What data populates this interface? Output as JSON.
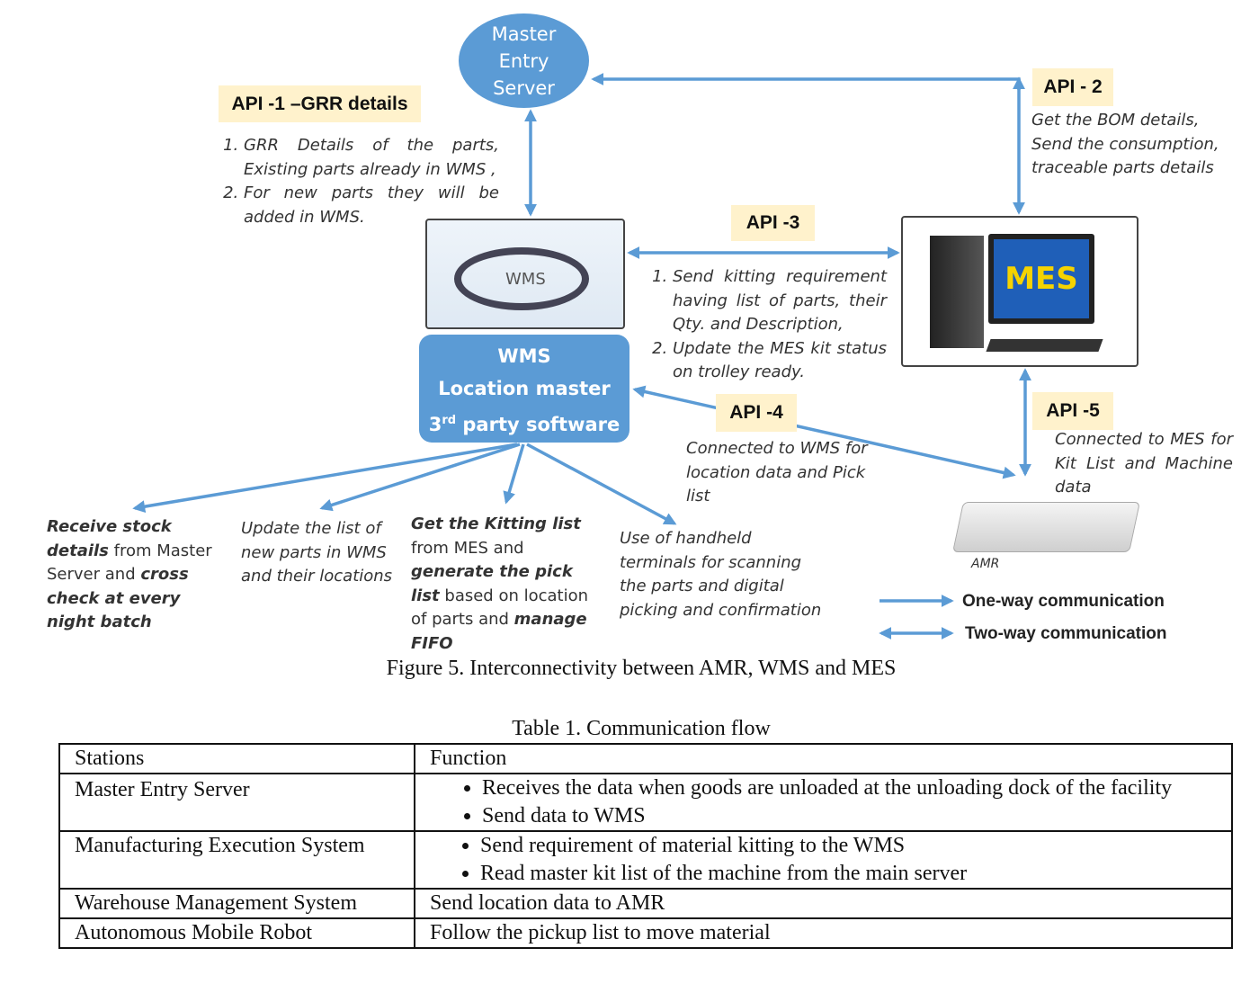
{
  "diagram": {
    "master_server": {
      "label_lines": [
        "Master",
        "Entry",
        "Server"
      ]
    },
    "api1": {
      "label": "API -1 –GRR details",
      "items": [
        "GRR Details of the parts, Existing parts already in WMS ,",
        "For new parts they will be added in WMS."
      ]
    },
    "api2": {
      "label": "API - 2",
      "text_lines": [
        "Get the BOM details,",
        "Send the consumption,",
        "traceable parts details"
      ]
    },
    "api3": {
      "label": "API -3",
      "items": [
        "Send kitting requirement having list of parts, their Qty. and Description,",
        "Update the MES kit status on trolley ready."
      ]
    },
    "api4": {
      "label": "API -4",
      "text": "Connected to WMS for location data and Pick list"
    },
    "api5": {
      "label": "API -5",
      "text": "Connected to MES for Kit List and Machine data"
    },
    "wms_image_label": "WMS",
    "mes_image_label": "MES",
    "wms_box": {
      "line1": "WMS",
      "line2": "Location master",
      "line3_pre": "3",
      "line3_sup": "rd",
      "line3_post": " party software"
    },
    "amr_label": "AMR",
    "functions": {
      "receive": {
        "b1": "Receive stock details",
        "t1": " from Master Server and ",
        "b2": "cross check at every night batch"
      },
      "update": "Update the list of new parts in WMS and their locations",
      "kitting": {
        "b1": "Get the Kitting list",
        "t1": " from MES and ",
        "b2": "generate the pick list",
        "t2": " based on location of parts and ",
        "b3": "manage FIFO"
      },
      "handheld": "Use of handheld terminals for scanning the parts and digital picking and confirmation"
    },
    "legend": {
      "one_way": "One-way communication",
      "two_way": "Two-way communication"
    },
    "colors": {
      "arrow": "#5b9bd5",
      "api_box": "#fff2cc",
      "wms_box": "#5b9bd5"
    }
  },
  "figure_caption": "Figure 5. Interconnectivity between AMR, WMS and MES",
  "table": {
    "caption": "Table 1. Communication flow",
    "headers": [
      "Stations",
      "Function"
    ],
    "rows": [
      {
        "station": "Master Entry Server",
        "functions": [
          "Receives the data when goods are unloaded at the unloading dock of the facility",
          "Send data to WMS"
        ]
      },
      {
        "station": "Manufacturing Execution System",
        "functions": [
          "Send requirement of material kitting to the WMS",
          "Read master kit list of the machine from the main server"
        ]
      },
      {
        "station": "Warehouse Management System",
        "function": "Send location data to AMR"
      },
      {
        "station": "Autonomous Mobile Robot",
        "function": "Follow the pickup list to move material"
      }
    ]
  }
}
